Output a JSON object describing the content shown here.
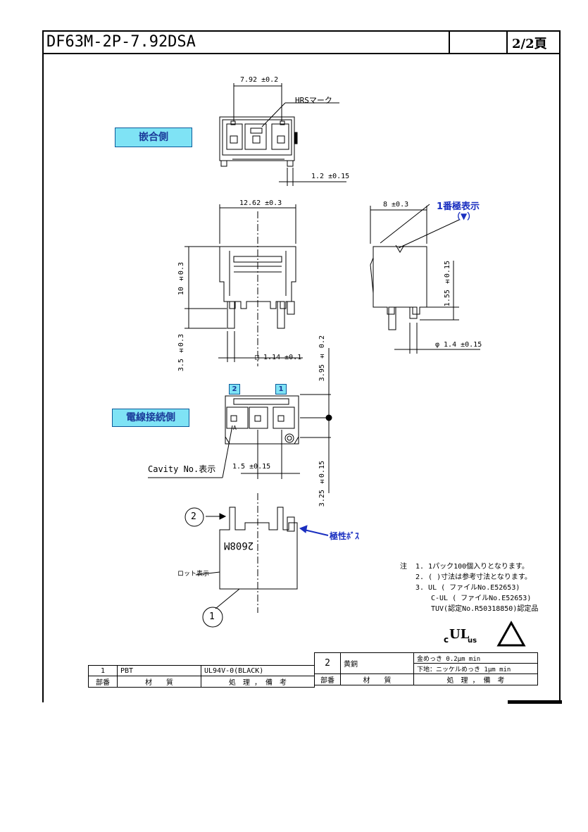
{
  "header": {
    "title": "DF63M-2P-7.92DSA",
    "page": "2/2頁"
  },
  "views": {
    "mating_side_label": "嵌合側",
    "wire_side_label": "電線接続側"
  },
  "dimensions": {
    "top_width": "7.92 ±0.2",
    "hrs_mark": "HRSマーク",
    "step": "1.2 ±0.15",
    "overall_width": "12.62 ±0.3",
    "depth": "8 ±0.3",
    "height": "10 ±0.3",
    "pin_length": "3.5 ±0.3",
    "pin_square": "□ 1.14 ±0.1",
    "boss_height": "1.55 ±0.15",
    "boss_dia": "φ 1.4 ±0.15",
    "offset_a": "3.95 ± 0.2",
    "offset_b": "3.25 ±0.15",
    "cavity_pitch": "1.5 ±0.15"
  },
  "annotations": {
    "pin1_indicator": "1番極表示",
    "pin1_symbol": "（▼）",
    "cavity_no": "Cavity No.表示",
    "polarity_boss": "極性ﾎﾞｽ",
    "lot_mark": "ロット表示",
    "lot_code": "2608M",
    "cavity_1": "1",
    "cavity_2": "2",
    "cavity_a": "A",
    "balloon_1": "1",
    "balloon_2": "2"
  },
  "notes": {
    "prefix": "注",
    "items": [
      "1.  1パック100個入りとなります。",
      "2.  ( )寸法は参考寸法となります。",
      "3.  UL ( ファイルNo.E52653)"
    ],
    "cont": [
      "C-UL ( ファイルNo.E52653)",
      "TUV(認定No.R50318850)認定品"
    ]
  },
  "bom": {
    "part1": {
      "no": "1",
      "material": "PBT",
      "treatment": "UL94V-0(BLACK)"
    },
    "part2": {
      "no": "2",
      "material": "黄銅",
      "treatment_1": "金めっき 0.2μm min",
      "treatment_2": "下地：ニッケルめっき 1μm min"
    },
    "headers": {
      "no": "部番",
      "material": "材　　質",
      "treatment": "処　理 ， 備　考"
    }
  }
}
